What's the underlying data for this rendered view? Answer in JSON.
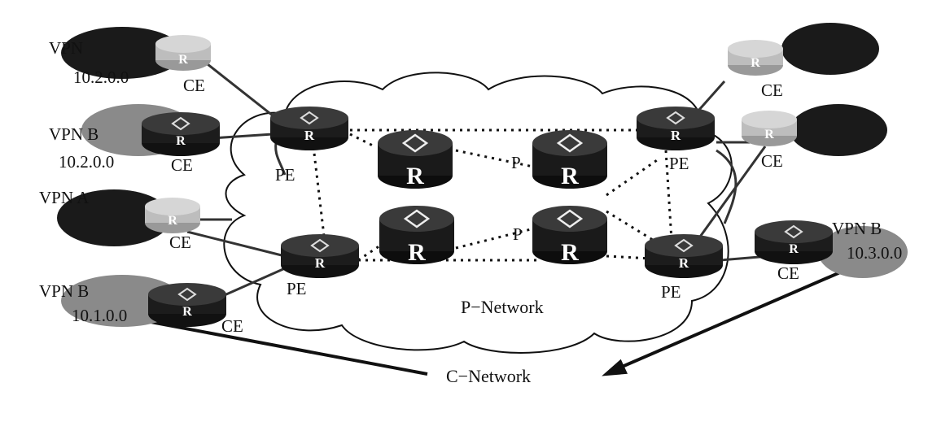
{
  "diagram": {
    "network_labels": {
      "p_network": "P−Network",
      "c_network": "C−Network"
    },
    "router_glyph": "R",
    "pe_label": "PE",
    "ce_label": "CE",
    "p_label": "P",
    "sites": {
      "left_top": {
        "name": "VPN",
        "address": "10.2.0.0"
      },
      "left_b1": {
        "name": "VPN B",
        "address": "10.2.0.0"
      },
      "left_a": {
        "name": "VPN A"
      },
      "left_b2": {
        "name": "VPN B",
        "address": "10.1.0.0"
      },
      "right_b": {
        "name": "VPN B",
        "address": "10.3.0.0"
      }
    },
    "colors": {
      "dark_router": "#1c1c1c",
      "light_router": "#bdbdbd",
      "vpn_a_cloud": "#1a1a1a",
      "vpn_b_cloud": "#8a8a8a"
    }
  }
}
